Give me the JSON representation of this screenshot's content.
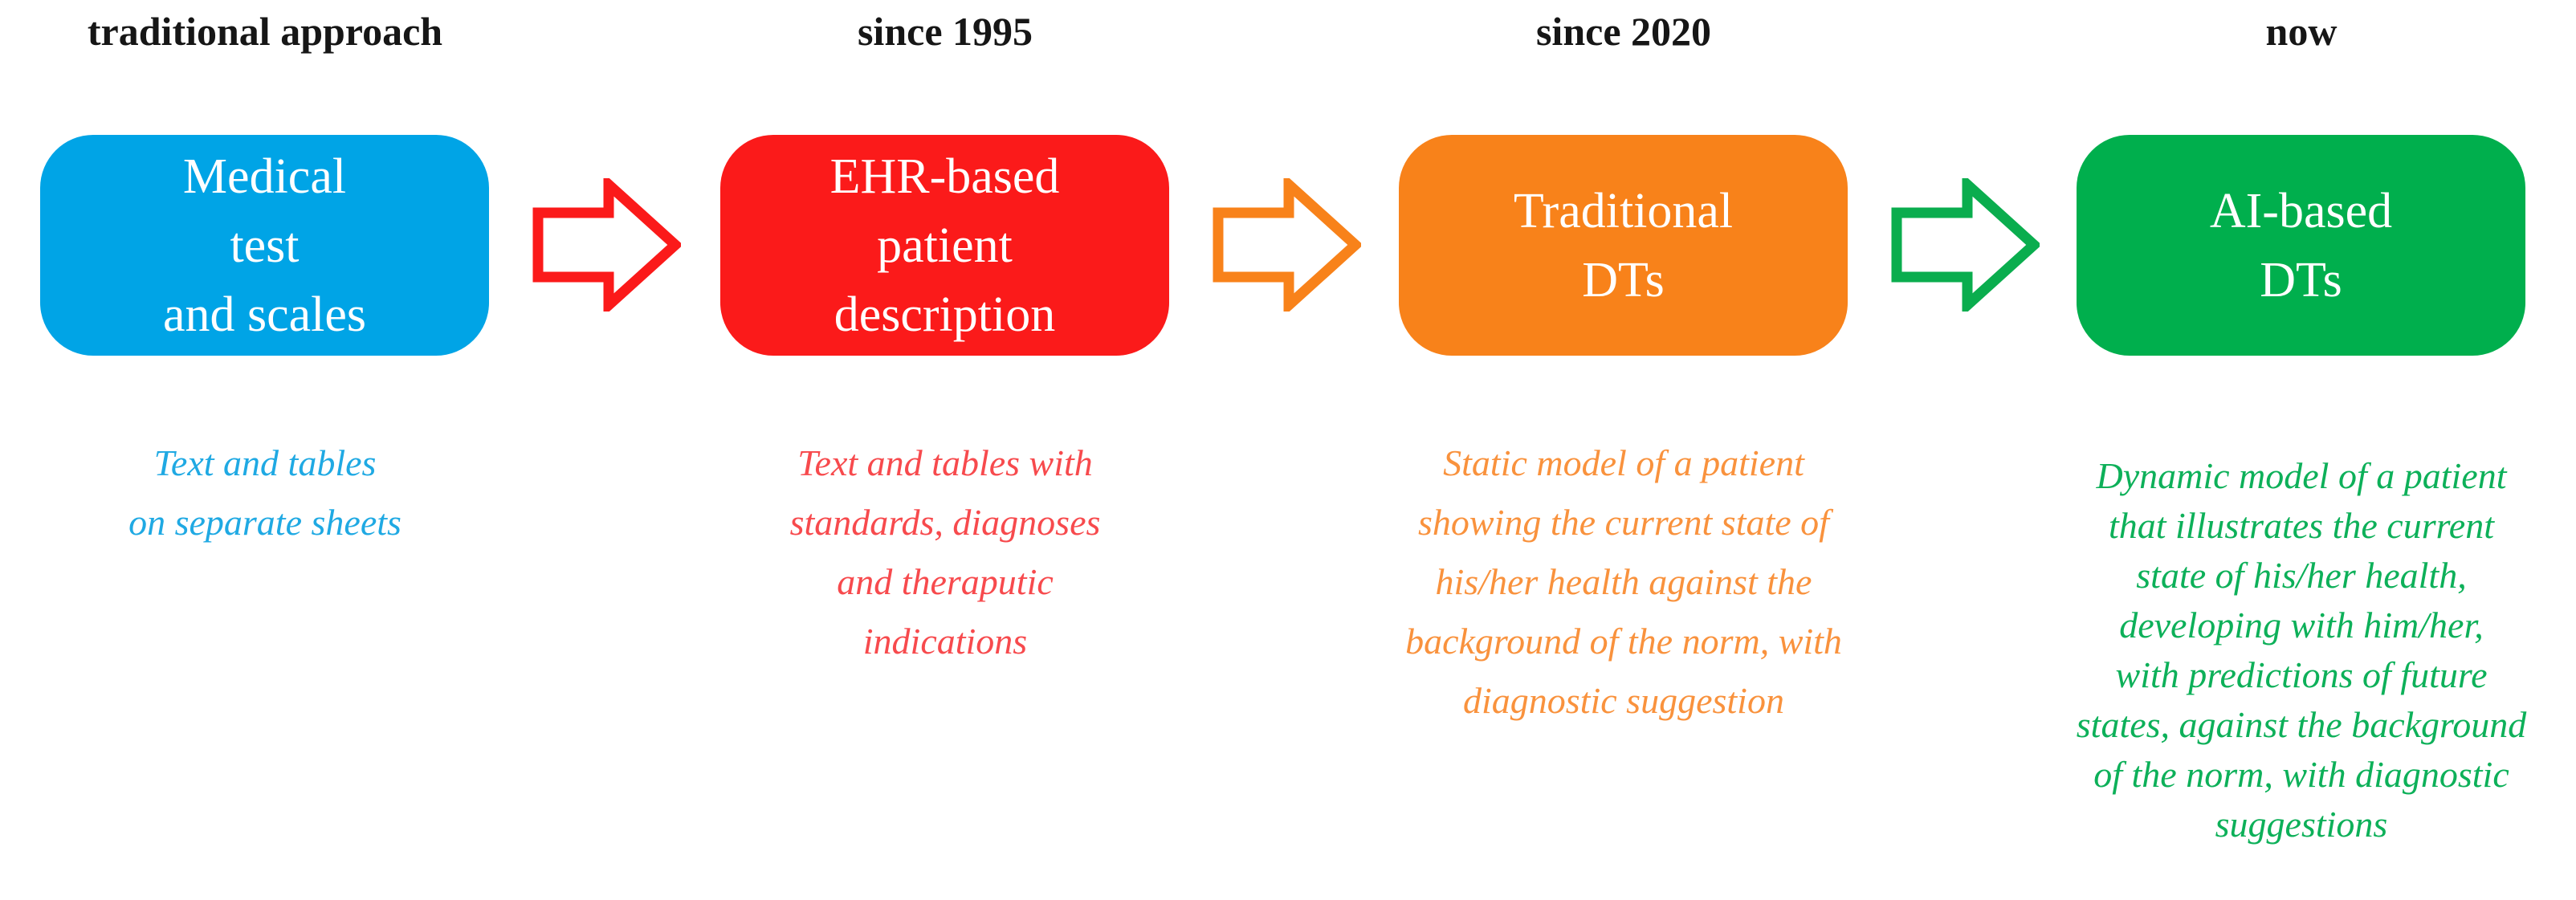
{
  "figure": {
    "background_color": "#ffffff",
    "title_color": "#161616"
  },
  "stages": [
    {
      "header": "traditional approach",
      "box_label": "Medical\ntest\nand scales",
      "box_color": "#00A4E6",
      "description": "Text and tables\non separate sheets",
      "description_color": "#1FA9E3"
    },
    {
      "header": "since 1995",
      "box_label": "EHR-based\npatient\ndescription",
      "box_color": "#FB1A1A",
      "description": "Text and tables with\nstandards, diagnoses\nand theraputic\nindications",
      "description_color": "#F74A4D"
    },
    {
      "header": "since 2020",
      "box_label": "Traditional\nDTs",
      "box_color": "#F8821A",
      "description": "Static model of a patient\nshowing the current state of\nhis/her health against the\nbackground of the norm, with\ndiagnostic suggestion",
      "description_color": "#F9923D"
    },
    {
      "header": "now",
      "box_label": "AI-based\nDTs",
      "box_color": "#00AF4D",
      "description": "Dynamic model of a patient\nthat illustrates the current\nstate of his/her health,\ndeveloping with him/her,\nwith predictions of future\nstates, against the background\nof the norm, with diagnostic\nsuggestions",
      "description_color": "#0DB059"
    }
  ],
  "arrows": [
    {
      "color": "#FB1A1A"
    },
    {
      "color": "#F8821A"
    },
    {
      "color": "#0AAD4E"
    }
  ]
}
